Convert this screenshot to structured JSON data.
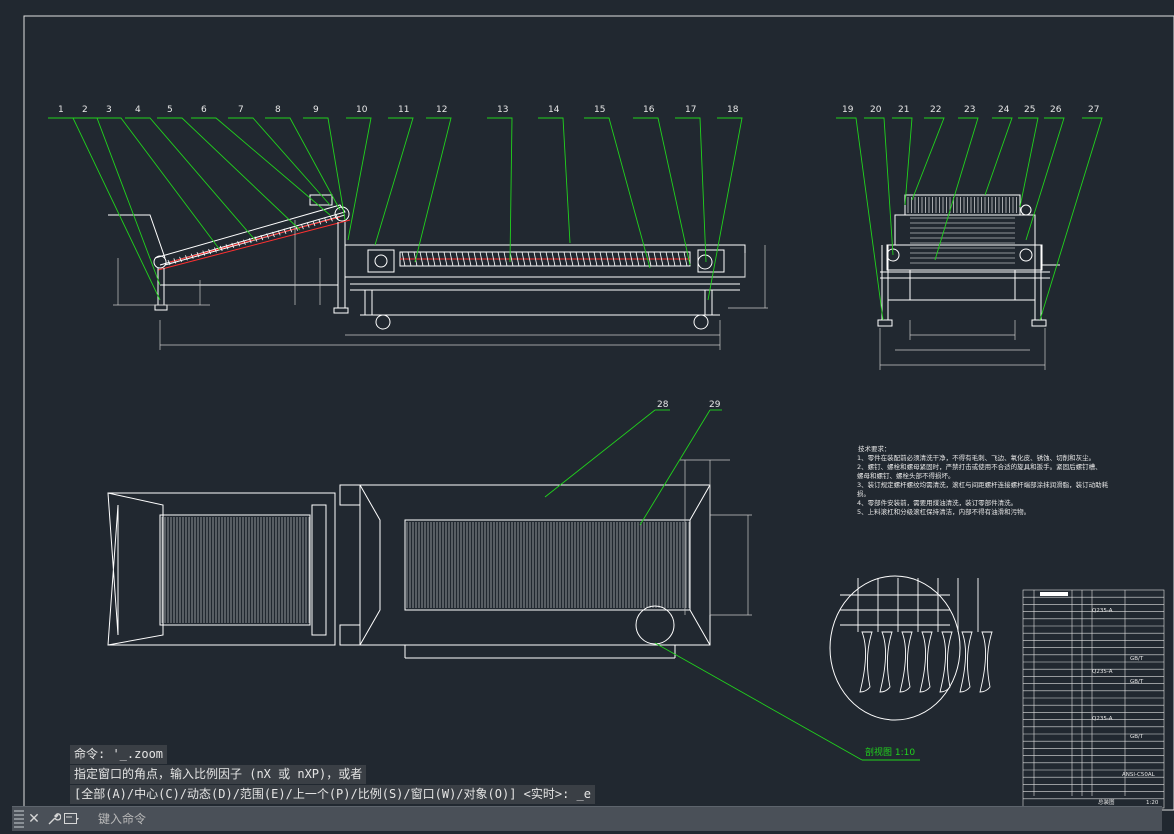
{
  "drawing": {
    "balloons_main": [
      "1",
      "2",
      "3",
      "4",
      "5",
      "6",
      "7",
      "8",
      "9",
      "10",
      "11",
      "12",
      "13",
      "14",
      "15",
      "16",
      "17",
      "18"
    ],
    "balloons_side": [
      "19",
      "20",
      "21",
      "22",
      "23",
      "24",
      "25",
      "26",
      "27"
    ],
    "balloons_plan": [
      "28",
      "29"
    ],
    "section_label": "剖视图 1:10",
    "tech_title": "技术要求：",
    "tech_notes": [
      "1、零件在装配前必须清洗干净，不得有毛刺、飞边、氧化皮、锈蚀、切削和灰尘。",
      "2、螺钉、螺栓和螺母紧固时，严禁打击或使用不合适的旋具和扳手。紧固后螺钉槽、",
      "螺母和螺钉、螺栓头部不得损坏。",
      "3、装订规定螺杆螺纹均需清洗，滚杠与间距螺杆连接螺杆端部涂抹润滑脂，装订动助耗",
      "损。",
      "4、零部件安装前，需要用煤油清洗，装订零部件清洗。",
      "5、上料滚杠和分级滚杠保持清洁，内部不得有油滑和污物。"
    ],
    "bom_cells": [
      "Q235-A",
      "Q235-A",
      "Q235-A",
      "GB/T",
      "GB/T",
      "GB/T",
      "ANSI-C50AL",
      "1:20"
    ],
    "title_block_label": "总装图"
  },
  "command": {
    "history": [
      "命令: '_.zoom",
      "指定窗口的角点，输入比例因子 (nX 或 nXP)，或者",
      "[全部(A)/中心(C)/动态(D)/范围(E)/上一个(P)/比例(S)/窗口(W)/对象(O)] <实时>: _e"
    ],
    "placeholder": "键入命令"
  },
  "colors": {
    "background": "#212830",
    "leader": "#21d21d",
    "geometry": "#ffffff",
    "dimension": "#d4d4d4",
    "red": "#ff3030"
  }
}
